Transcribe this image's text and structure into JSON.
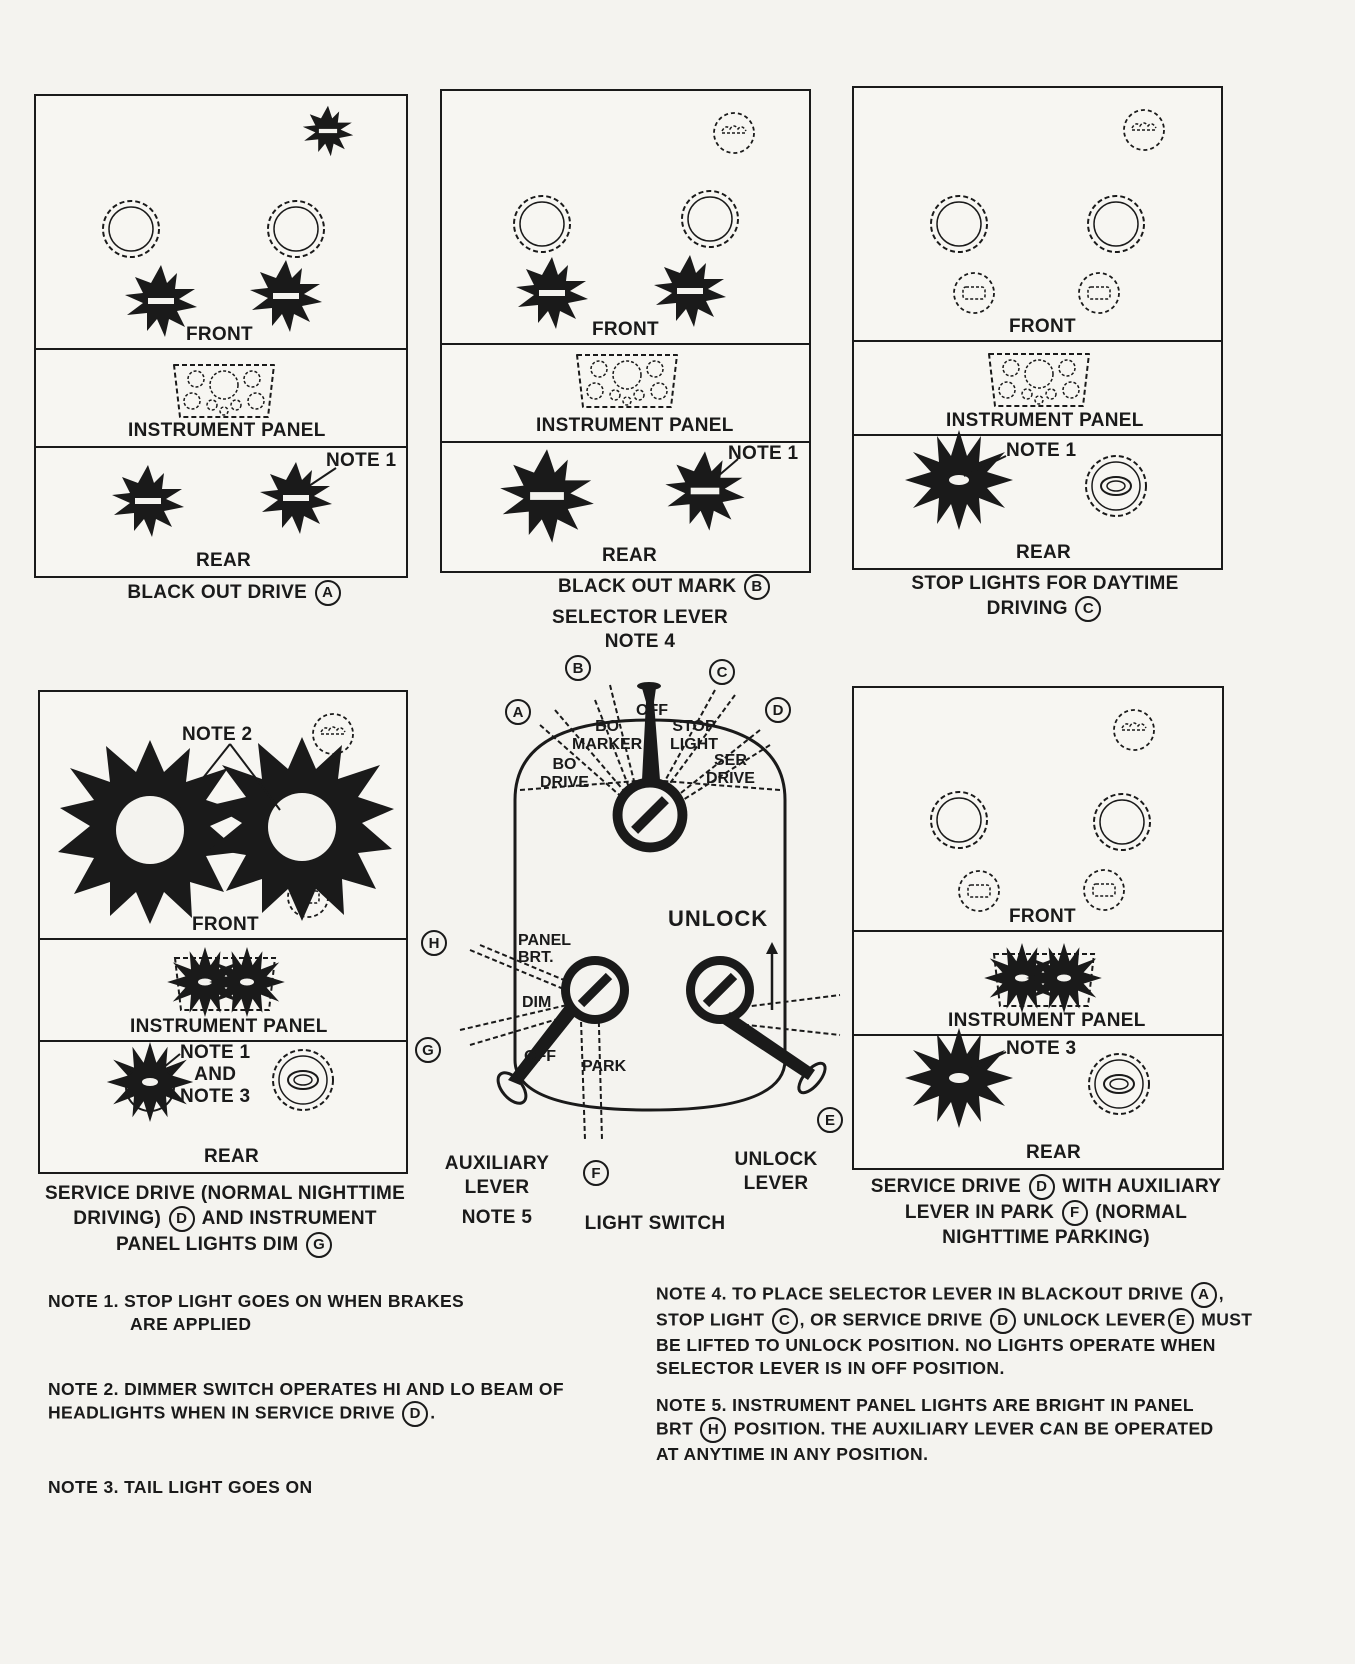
{
  "labels": {
    "front": "FRONT",
    "instrument_panel": "INSTRUMENT PANEL",
    "rear": "REAR",
    "note1": "NOTE 1",
    "note2": "NOTE 2",
    "note3": "NOTE 3",
    "note1_and_note3": [
      "NOTE 1",
      "AND",
      "NOTE 3"
    ]
  },
  "captions": {
    "a": {
      "text": "BLACK OUT DRIVE",
      "letter": "A"
    },
    "b": {
      "text": "BLACK OUT MARK",
      "letter": "B"
    },
    "c": {
      "line1": "STOP LIGHTS FOR DAYTIME",
      "line2": "DRIVING",
      "letter": "C"
    },
    "d": {
      "line1": "SERVICE DRIVE (NORMAL NIGHTTIME",
      "line2a": "DRIVING)",
      "letter1": "D",
      "line2b": "AND INSTRUMENT",
      "line3": "PANEL LIGHTS DIM",
      "letter2": "G"
    },
    "e": {
      "line1a": "SERVICE DRIVE",
      "letter1": "D",
      "line1b": "WITH AUXILIARY",
      "line2a": "LEVER IN PARK",
      "letter2": "F",
      "line2b": "(NORMAL",
      "line3": "NIGHTTIME PARKING)"
    }
  },
  "switch": {
    "selector_lever": "SELECTOR LEVER",
    "note4": "NOTE 4",
    "off": "OFF",
    "bo_marker": [
      "BO",
      "MARKER"
    ],
    "bo_drive": [
      "BO",
      "DRIVE"
    ],
    "stop_light": [
      "STOP",
      "LIGHT"
    ],
    "ser_drive": [
      "SER",
      "DRIVE"
    ],
    "unlock": "UNLOCK",
    "panel_brt": [
      "PANEL",
      "BRT."
    ],
    "dim": "DIM",
    "off2": "OFF",
    "park": "PARK",
    "auxiliary_lever": [
      "AUXILIARY",
      "LEVER"
    ],
    "note5": "NOTE 5",
    "light_switch": "LIGHT SWITCH",
    "unlock_lever": [
      "UNLOCK",
      "LEVER"
    ],
    "letters": {
      "a": "A",
      "b": "B",
      "c": "C",
      "d": "D",
      "e": "E",
      "f": "F",
      "g": "G",
      "h": "H"
    }
  },
  "notes": {
    "n1_l1": "NOTE 1. STOP LIGHT GOES ON WHEN BRAKES",
    "n1_l2": "ARE APPLIED",
    "n2_l1": "NOTE 2. DIMMER SWITCH OPERATES HI AND LO BEAM OF",
    "n2_l2a": "HEADLIGHTS WHEN IN SERVICE DRIVE",
    "n2_letter": "D",
    "n3": "NOTE 3. TAIL LIGHT GOES ON",
    "n4_l1a": "NOTE 4. TO PLACE SELECTOR LEVER IN BLACKOUT DRIVE",
    "n4_letter1": "A",
    "n4_l2a": "STOP LIGHT",
    "n4_letter2": "C",
    "n4_l2b": ", OR SERVICE DRIVE",
    "n4_letter3": "D",
    "n4_l2c": "UNLOCK LEVER",
    "n4_letter4": "E",
    "n4_l2d": "MUST",
    "n4_l3": "BE LIFTED TO UNLOCK POSITION. NO LIGHTS OPERATE WHEN",
    "n4_l4": "SELECTOR LEVER IS IN OFF POSITION.",
    "n5_l1": "NOTE 5. INSTRUMENT PANEL LIGHTS ARE BRIGHT IN PANEL",
    "n5_l2a": "BRT",
    "n5_letter": "H",
    "n5_l2b": "POSITION. THE AUXILIARY LEVER CAN BE OPERATED",
    "n5_l3": "AT ANYTIME IN ANY POSITION."
  }
}
